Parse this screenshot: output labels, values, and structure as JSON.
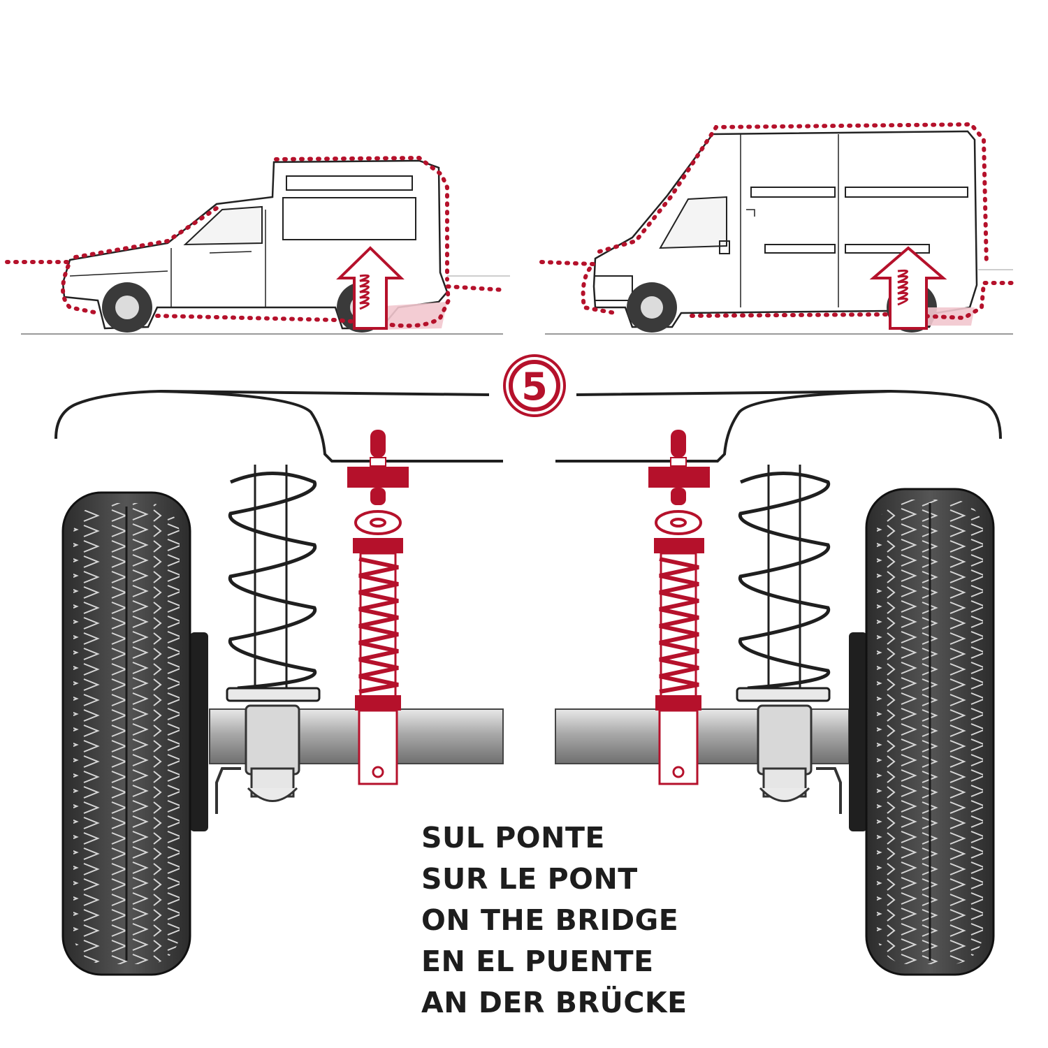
{
  "step": {
    "number": "5"
  },
  "captions": [
    "SUL PONTE",
    "SUR LE PONT",
    "ON THE BRIDGE",
    "EN EL PUENTE",
    "AN DER BRÜCKE"
  ],
  "colors": {
    "accent": "#b5112b",
    "accent_dark": "#8e0f22",
    "accent_light": "#f2c7ce",
    "line": "#1f1f1f",
    "tire": "#3b3b3b",
    "axle": "#8a8a8a"
  },
  "icons": [
    "car-van-icon",
    "panel-van-icon",
    "coil-spring-icon",
    "shock-absorber-icon",
    "tire-icon",
    "up-arrow-icon"
  ]
}
